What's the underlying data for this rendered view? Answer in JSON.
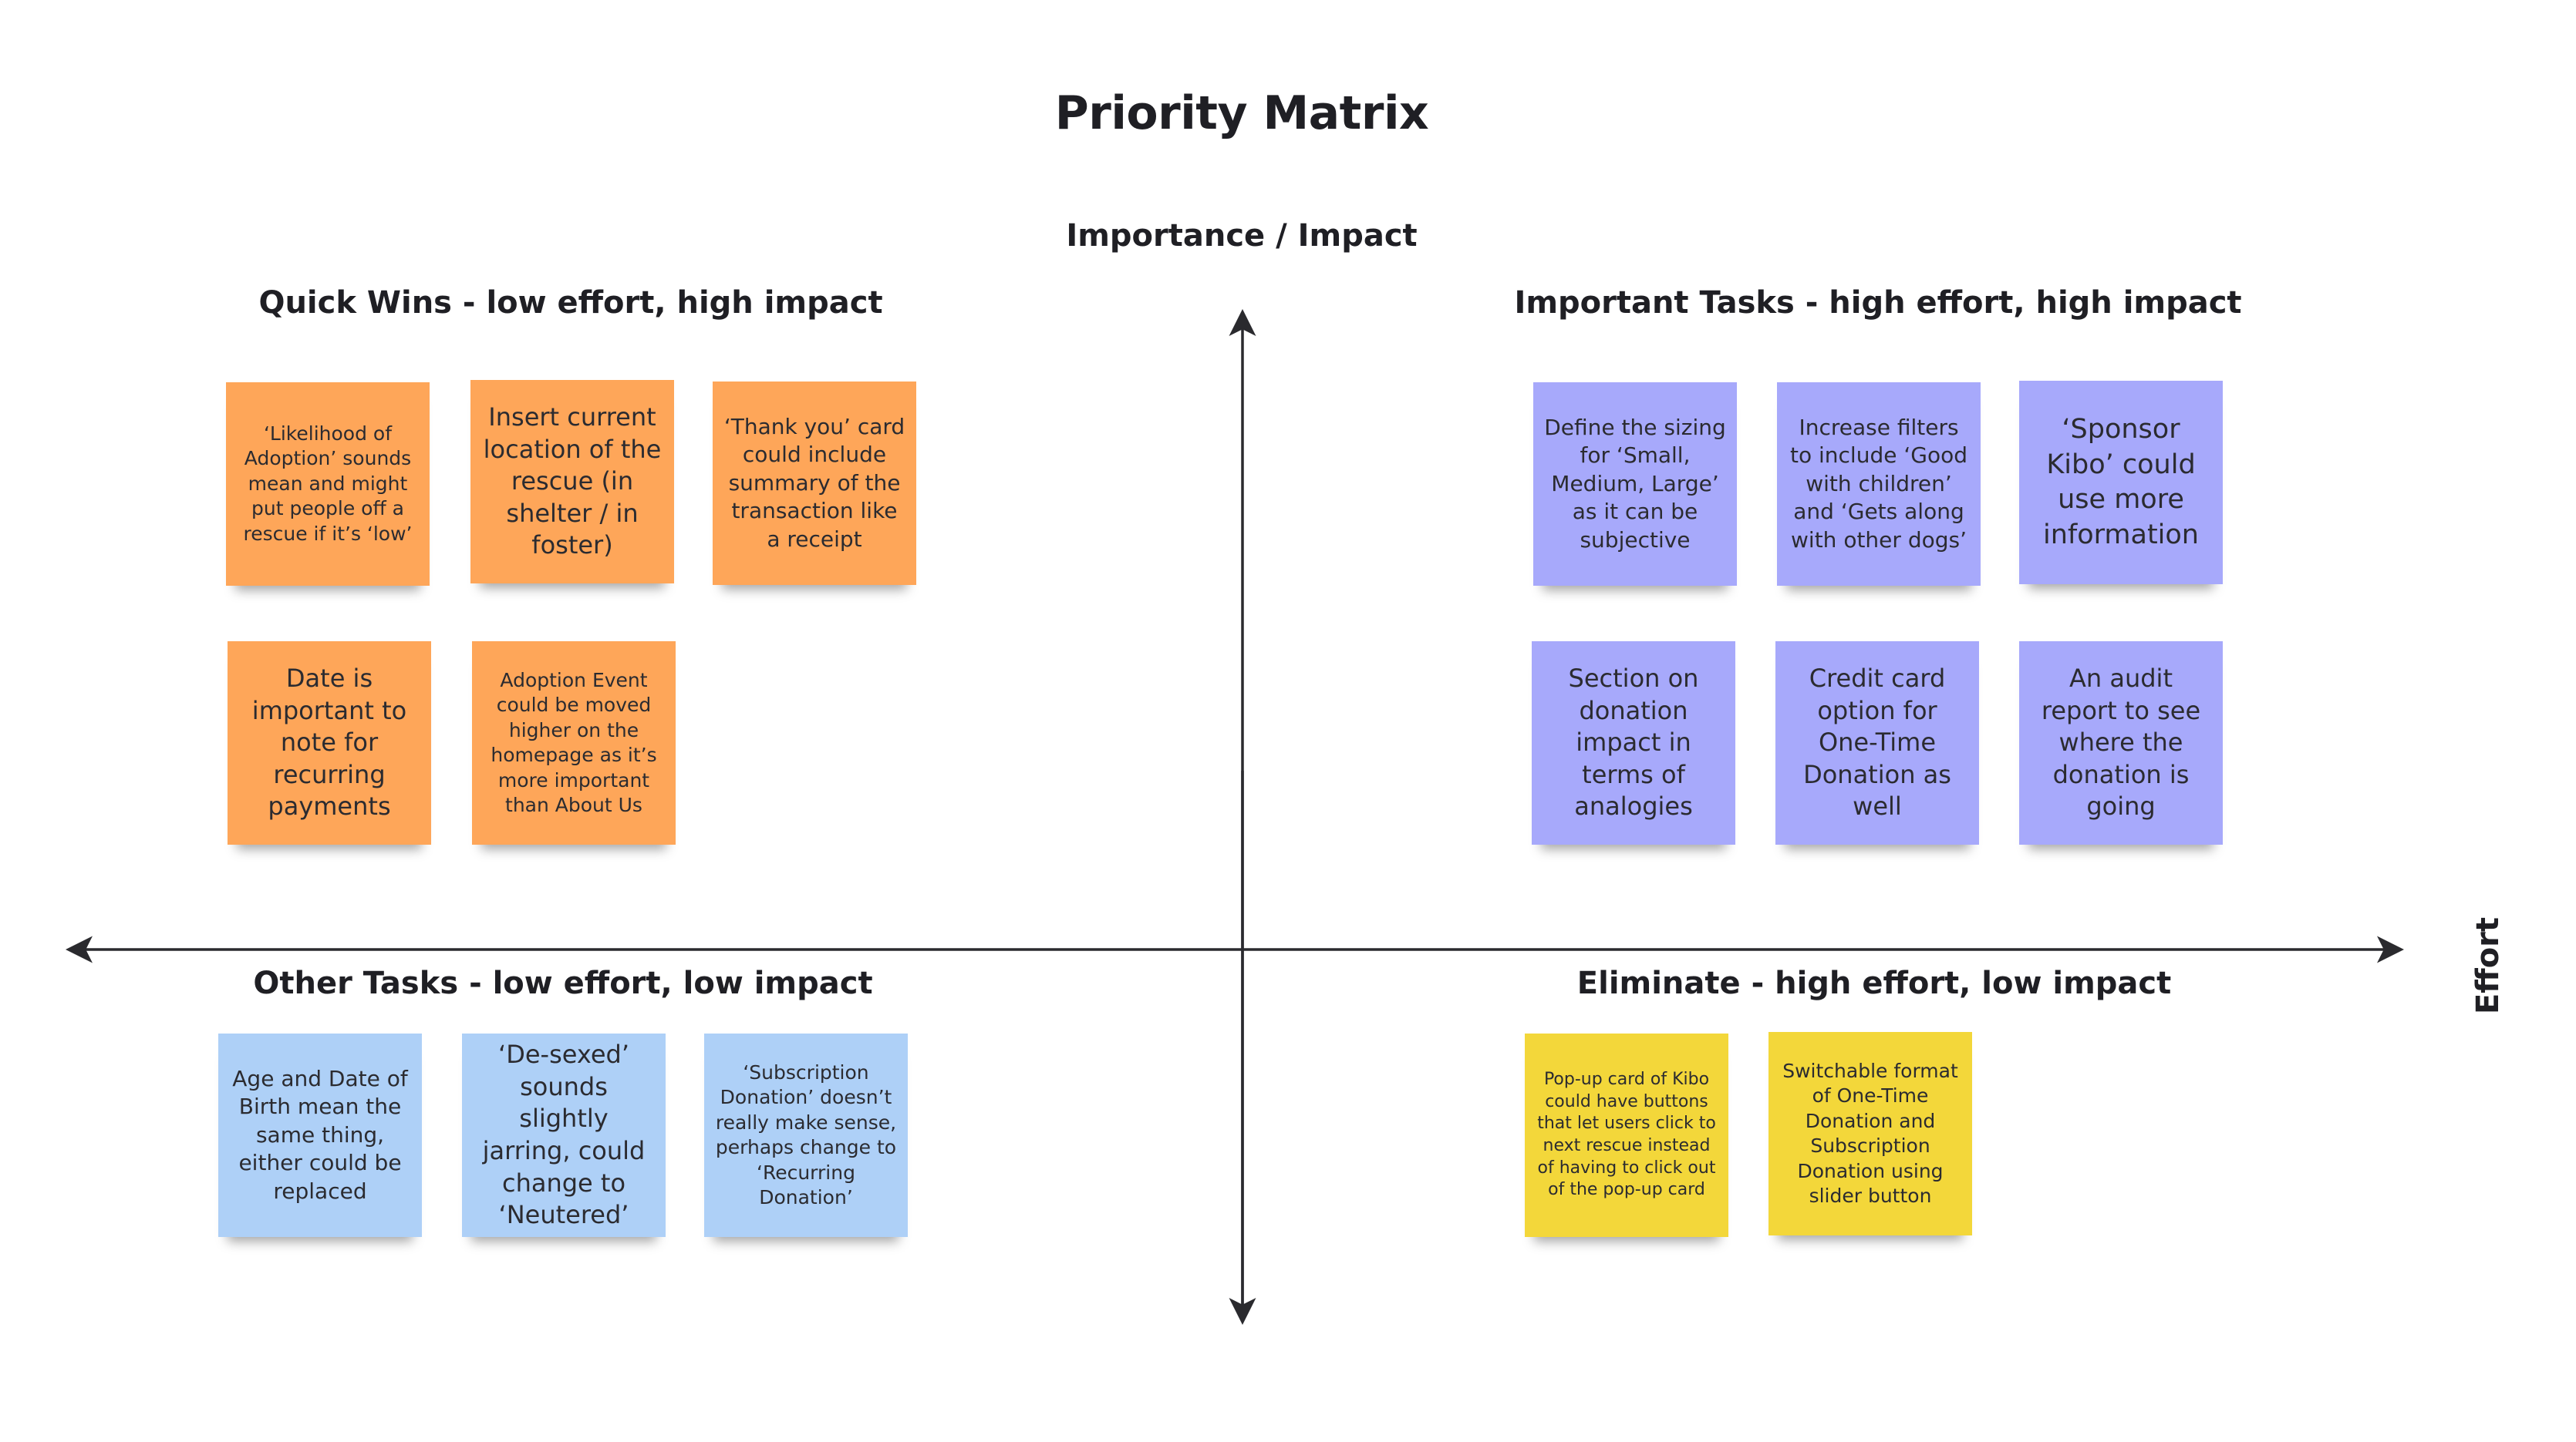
{
  "board": {
    "title": "Priority Matrix",
    "y_axis_label": "Importance / Impact",
    "x_axis_label": "Effort"
  },
  "quadrants": {
    "quick_wins": {
      "title": "Quick Wins - low effort, high impact",
      "notes": [
        "‘Likelihood of Adoption’ sounds mean and might put people off a rescue if it’s ‘low’",
        "Insert current location of the rescue (in shelter / in foster)",
        "‘Thank you’ card could include summary of the transaction like a receipt",
        "Date is important to note for recurring payments",
        "Adoption Event could be moved higher on the homepage as it’s more important than About Us"
      ]
    },
    "important_tasks": {
      "title": "Important Tasks - high effort, high impact",
      "notes": [
        "Define the sizing for ‘Small, Medium, Large’ as it can be subjective",
        "Increase filters to include ‘Good with children’ and ‘Gets along with other dogs’",
        "‘Sponsor Kibo’ could use more information",
        "Section on donation impact in terms of analogies",
        "Credit card option for One-Time Donation as well",
        "An audit report to see where the donation is going"
      ]
    },
    "other_tasks": {
      "title": "Other Tasks - low effort, low impact",
      "notes": [
        "Age and Date of Birth mean the same thing, either could be replaced",
        "‘De-sexed’ sounds slightly jarring, could change to ‘Neutered’",
        "‘Subscription Donation’ doesn’t really make sense, perhaps change to ‘Recurring Donation’"
      ]
    },
    "eliminate": {
      "title": "Eliminate - high effort, low impact",
      "notes": [
        "Pop-up card of Kibo could have buttons that let users click to next rescue instead of having to click out of the pop-up card",
        "Switchable format of One-Time Donation and Subscription Donation using slider button"
      ]
    }
  },
  "colors": {
    "quick_wins": "#fea659",
    "important_tasks": "#a7a9fb",
    "other_tasks": "#aed0f7",
    "eliminate": "#f3d73a",
    "axis": "#2a2a2e"
  }
}
